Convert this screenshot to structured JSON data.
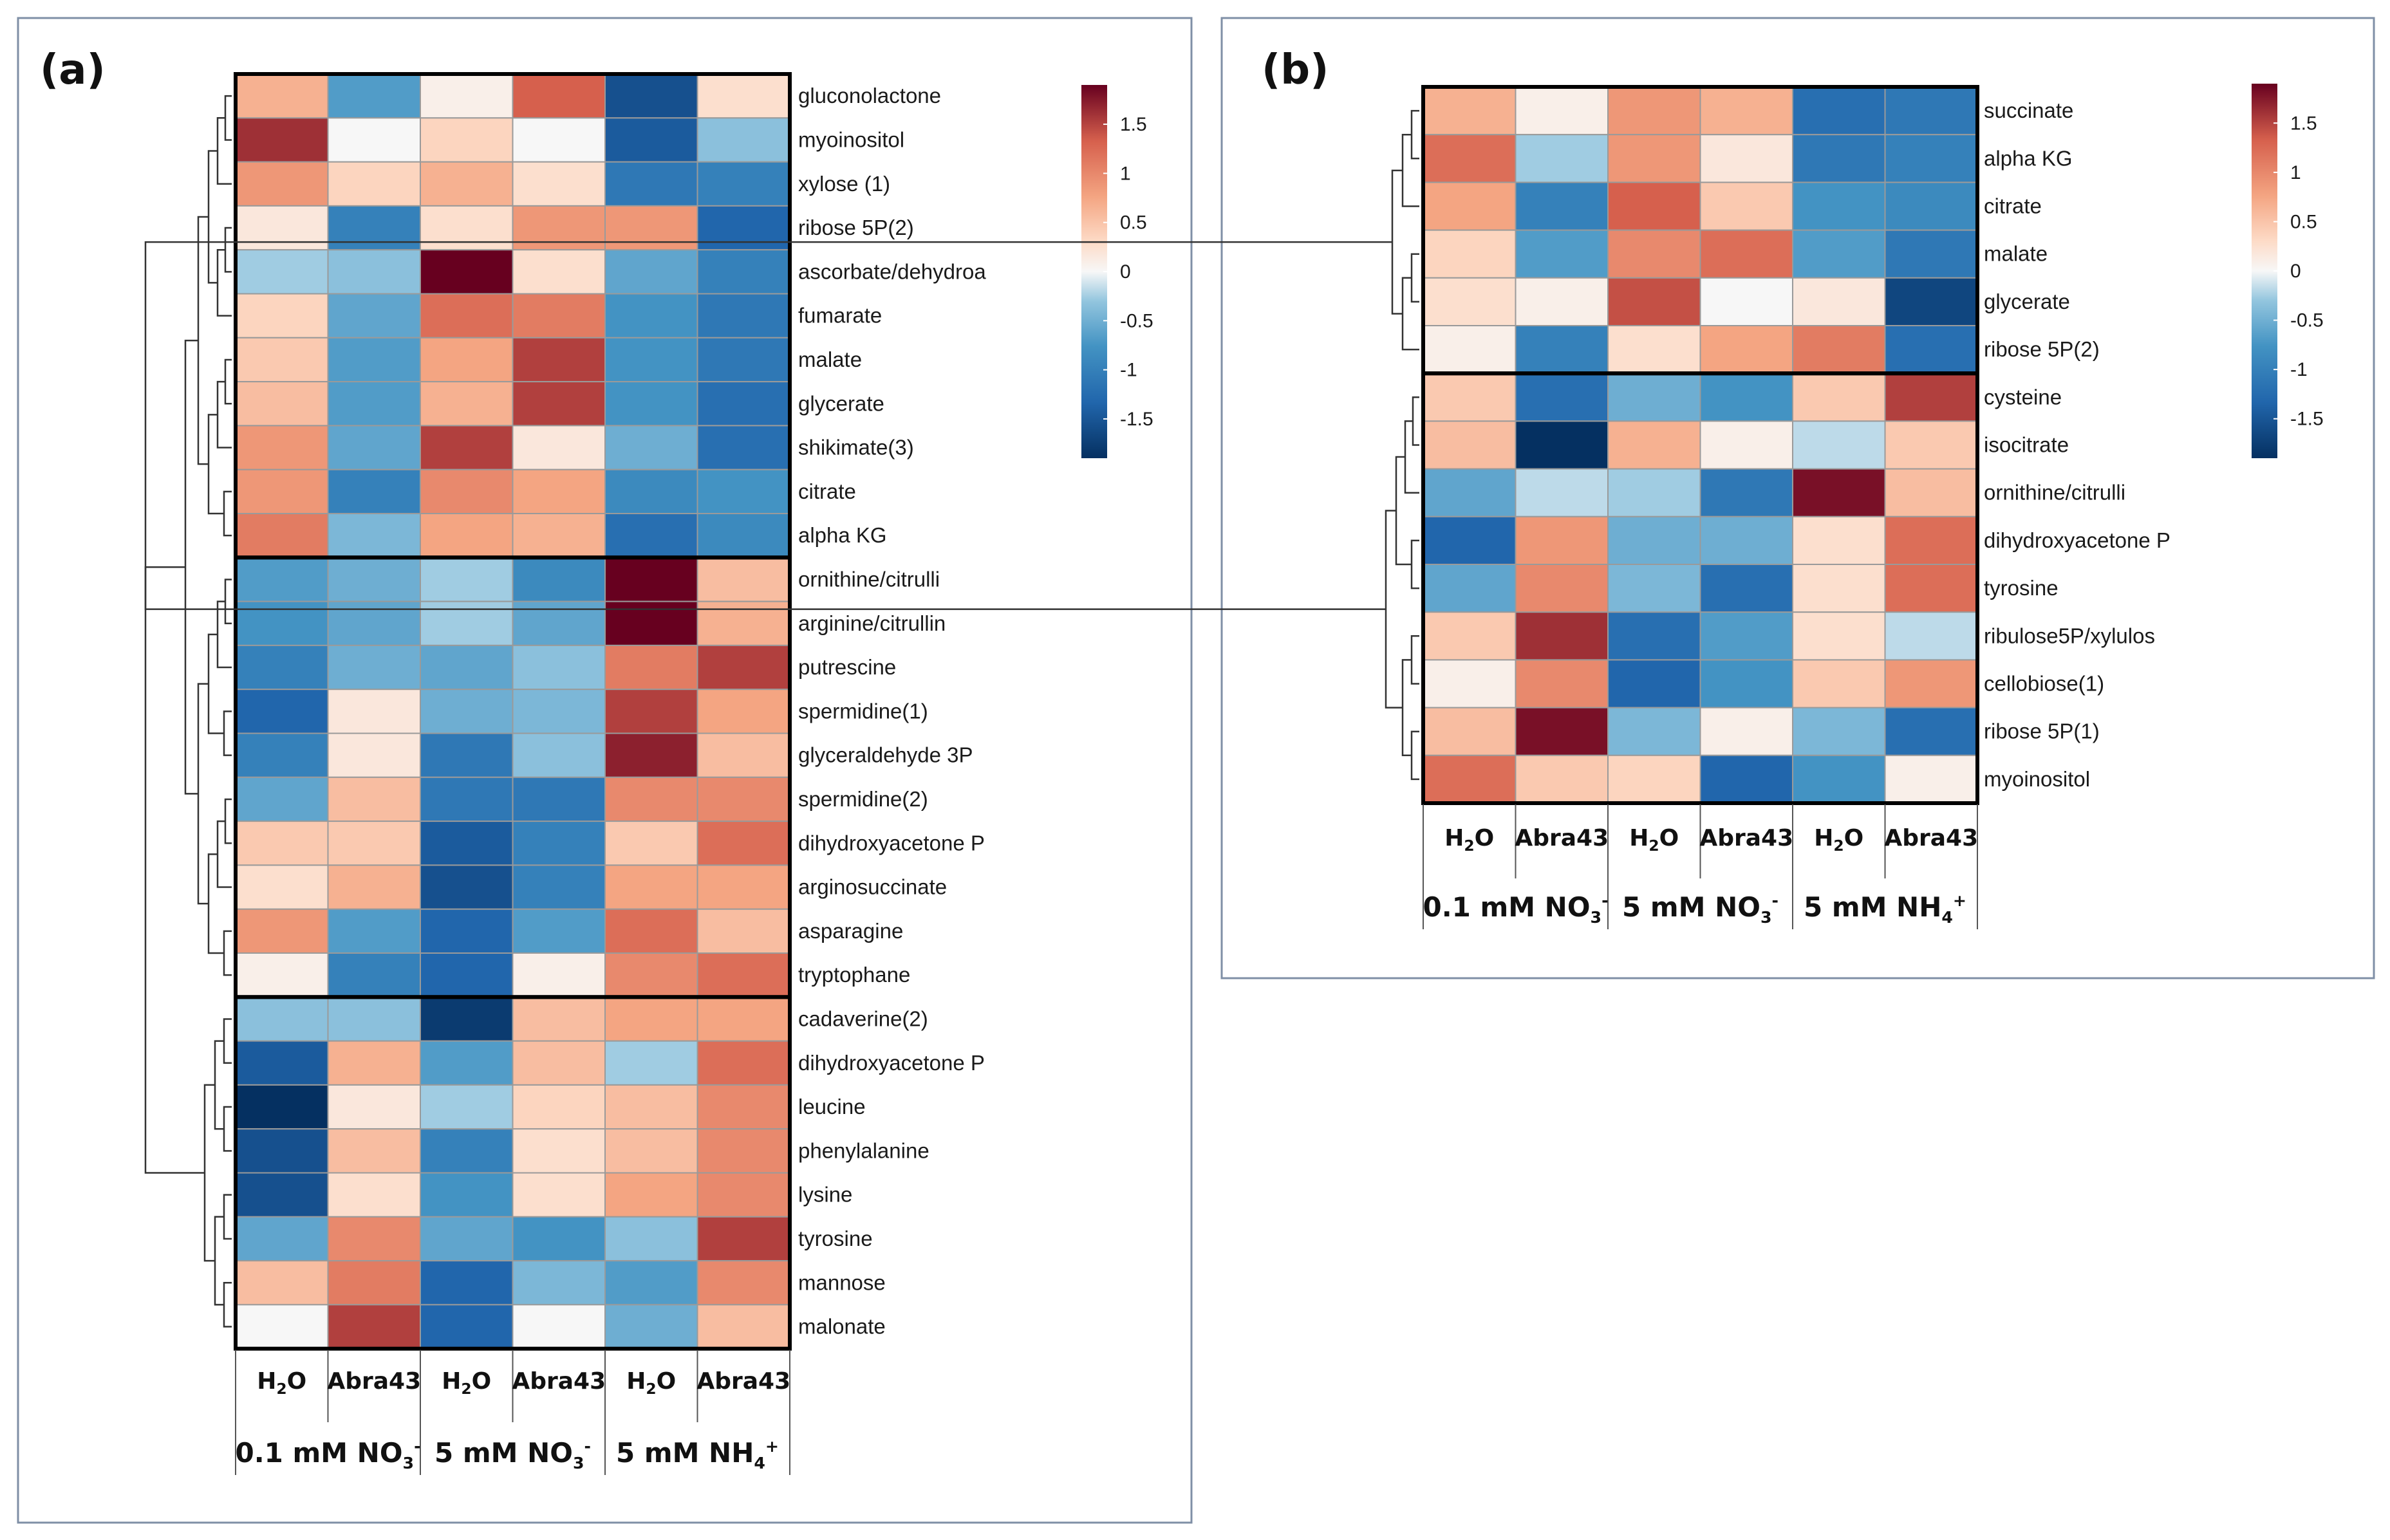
{
  "chart_data": [
    {
      "type": "heatmap",
      "panel_label": "(a)",
      "columns": [
        "H2O",
        "Abra43",
        "H2O",
        "Abra43",
        "H2O",
        "Abra43"
      ],
      "groups": [
        {
          "text": "0.1 mM NO",
          "sub": "3",
          "sup": "-"
        },
        {
          "text": "5 mM NO",
          "sub": "3",
          "sup": "-"
        },
        {
          "text": "5 mM NH",
          "sub": "4",
          "sup": "+"
        }
      ],
      "rows": [
        "gluconolactone",
        "myoinositol",
        "xylose (1)",
        "ribose 5P(2)",
        "ascorbate/dehydroa",
        "fumarate",
        "malate",
        "glycerate",
        "shikimate(3)",
        "citrate",
        "alpha KG",
        "ornithine/citrulli",
        "arginine/citrullin",
        "putrescine",
        "spermidine(1)",
        "glyceraldehyde 3P",
        "spermidine(2)",
        "dihydroxyacetone P",
        "arginosuccinate",
        "asparagine",
        "tryptophane",
        "cadaverine(2)",
        "dihydroxyacetone P",
        "leucine",
        "phenylalanine",
        "lysine",
        "tyrosine",
        "mannose",
        "malonate"
      ],
      "clusters": [
        11,
        10,
        8
      ],
      "values": [
        [
          0.7,
          -0.8,
          0.1,
          1.3,
          -1.6,
          0.3
        ],
        [
          1.6,
          0.0,
          0.4,
          0.0,
          -1.5,
          -0.4
        ],
        [
          0.9,
          0.4,
          0.7,
          0.3,
          -1.2,
          -1.1
        ],
        [
          0.2,
          -1.1,
          0.3,
          0.9,
          0.9,
          -1.4
        ],
        [
          -0.3,
          -0.4,
          1.9,
          0.3,
          -0.7,
          -1.1
        ],
        [
          0.4,
          -0.7,
          1.2,
          1.1,
          -0.9,
          -1.2
        ],
        [
          0.5,
          -0.8,
          0.8,
          1.5,
          -0.9,
          -1.2
        ],
        [
          0.6,
          -0.8,
          0.7,
          1.5,
          -0.9,
          -1.3
        ],
        [
          0.9,
          -0.7,
          1.5,
          0.2,
          -0.6,
          -1.3
        ],
        [
          0.9,
          -1.1,
          1.0,
          0.8,
          -1.0,
          -0.9
        ],
        [
          1.1,
          -0.5,
          0.8,
          0.7,
          -1.3,
          -1.0
        ],
        [
          -0.8,
          -0.6,
          -0.3,
          -1.0,
          1.9,
          0.6
        ],
        [
          -0.9,
          -0.7,
          -0.3,
          -0.7,
          1.9,
          0.7
        ],
        [
          -1.1,
          -0.6,
          -0.7,
          -0.4,
          1.1,
          1.5
        ],
        [
          -1.4,
          0.2,
          -0.6,
          -0.5,
          1.5,
          0.8
        ],
        [
          -1.1,
          0.2,
          -1.2,
          -0.4,
          1.7,
          0.6
        ],
        [
          -0.7,
          0.6,
          -1.2,
          -1.2,
          1.0,
          1.0
        ],
        [
          0.5,
          0.5,
          -1.5,
          -1.1,
          0.5,
          1.2
        ],
        [
          0.3,
          0.7,
          -1.6,
          -1.1,
          0.8,
          0.8
        ],
        [
          0.9,
          -0.8,
          -1.4,
          -0.8,
          1.2,
          0.6
        ],
        [
          0.1,
          -1.1,
          -1.4,
          0.1,
          1.0,
          1.2
        ],
        [
          -0.4,
          -0.4,
          -1.8,
          0.6,
          0.8,
          0.8
        ],
        [
          -1.5,
          0.7,
          -0.8,
          0.6,
          -0.3,
          1.2
        ],
        [
          -1.9,
          0.2,
          -0.3,
          0.4,
          0.6,
          1.0
        ],
        [
          -1.6,
          0.6,
          -1.1,
          0.3,
          0.6,
          1.0
        ],
        [
          -1.6,
          0.3,
          -0.9,
          0.3,
          0.8,
          1.0
        ],
        [
          -0.7,
          1.0,
          -0.7,
          -0.9,
          -0.4,
          1.5
        ],
        [
          0.6,
          1.1,
          -1.4,
          -0.5,
          -0.8,
          1.0
        ],
        [
          0.0,
          1.5,
          -1.4,
          0.0,
          -0.6,
          0.6
        ]
      ],
      "legend": {
        "min": -1.9,
        "max": 1.9,
        "ticks": [
          "1.5",
          "1",
          "0.5",
          "0",
          "-0.5",
          "-1",
          "-1.5"
        ],
        "tick_values": [
          1.5,
          1,
          0.5,
          0,
          -0.5,
          -1,
          -1.5
        ]
      },
      "colors": {
        "low": "#053061",
        "mid": "#f7f7f7",
        "high": "#67001f"
      }
    },
    {
      "type": "heatmap",
      "panel_label": "(b)",
      "columns": [
        "H2O",
        "Abra43",
        "H2O",
        "Abra43",
        "H2O",
        "Abra43"
      ],
      "groups": [
        {
          "text": "0.1 mM NO",
          "sub": "3",
          "sup": "-"
        },
        {
          "text": "5 mM NO",
          "sub": "3",
          "sup": "-"
        },
        {
          "text": "5 mM NH",
          "sub": "4",
          "sup": "+"
        }
      ],
      "rows": [
        "succinate",
        "alpha KG",
        "citrate",
        "malate",
        "glycerate",
        "ribose 5P(2)",
        "cysteine",
        "isocitrate",
        "ornithine/citrulli",
        "dihydroxyacetone P",
        "tyrosine",
        "ribulose5P/xylulos",
        "cellobiose(1)",
        "ribose 5P(1)",
        "myoinositol"
      ],
      "clusters": [
        6,
        9
      ],
      "values": [
        [
          0.7,
          0.1,
          0.9,
          0.7,
          -1.3,
          -1.2
        ],
        [
          1.2,
          -0.3,
          0.9,
          0.2,
          -1.2,
          -1.1
        ],
        [
          0.8,
          -1.1,
          1.3,
          0.5,
          -0.9,
          -1.0
        ],
        [
          0.4,
          -0.8,
          1.0,
          1.2,
          -0.8,
          -1.2
        ],
        [
          0.3,
          0.1,
          1.4,
          0.0,
          0.2,
          -1.7
        ],
        [
          0.1,
          -1.1,
          0.3,
          0.8,
          1.1,
          -1.3
        ],
        [
          0.5,
          -1.3,
          -0.6,
          -0.9,
          0.5,
          1.5
        ],
        [
          0.6,
          -1.9,
          0.7,
          0.1,
          -0.2,
          0.5
        ],
        [
          -0.7,
          -0.2,
          -0.3,
          -1.2,
          1.8,
          0.6
        ],
        [
          -1.4,
          0.9,
          -0.6,
          -0.6,
          0.3,
          1.2
        ],
        [
          -0.7,
          1.0,
          -0.5,
          -1.3,
          0.3,
          1.2
        ],
        [
          0.5,
          1.6,
          -1.3,
          -0.8,
          0.3,
          -0.2
        ],
        [
          0.1,
          1.0,
          -1.4,
          -0.9,
          0.5,
          0.9
        ],
        [
          0.6,
          1.8,
          -0.5,
          0.1,
          -0.5,
          -1.3
        ],
        [
          1.2,
          0.5,
          0.4,
          -1.4,
          -0.9,
          0.1
        ]
      ],
      "legend": {
        "min": -1.9,
        "max": 1.9,
        "ticks": [
          "1.5",
          "1",
          "0.5",
          "0",
          "-0.5",
          "-1",
          "-1.5"
        ],
        "tick_values": [
          1.5,
          1,
          0.5,
          0,
          -0.5,
          -1,
          -1.5
        ]
      },
      "colors": {
        "low": "#053061",
        "mid": "#f7f7f7",
        "high": "#67001f"
      }
    }
  ]
}
